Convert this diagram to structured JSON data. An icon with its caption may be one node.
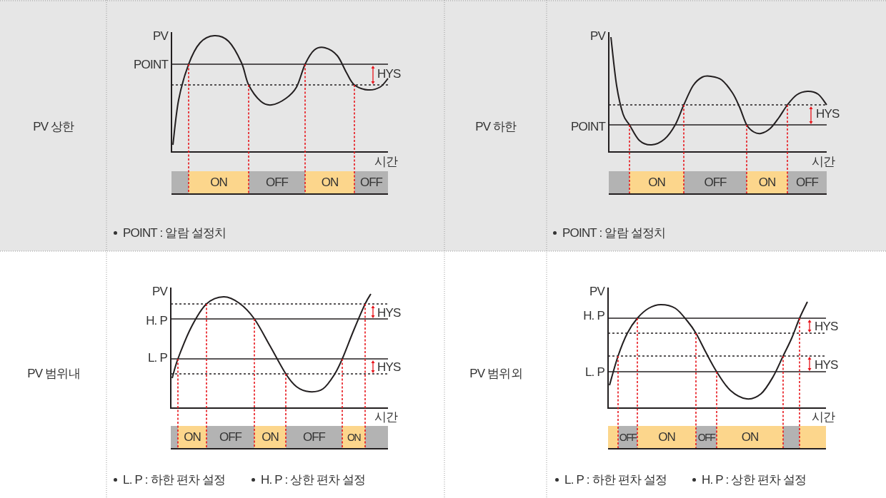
{
  "diagram": {
    "nodes": [
      {
        "text": [],
        "shape": "bar"
      },
      {
        "text": [
          "ON"
        ]
      },
      {
        "text": [
          "OFF"
        ]
      },
      {
        "text": [
          "ON"
        ]
      },
      {
        "text": [
          "OFF"
        ]
      },
      {
        "text": [],
        "shape": "bar"
      },
      {
        "text": [
          "ON"
        ]
      },
      {
        "text": [
          "OFF"
        ]
      },
      {
        "text": [
          "ON"
        ]
      },
      {
        "text": [
          "OFF"
        ]
      },
      {
        "text": [],
        "shape": "bar"
      },
      {
        "text": [
          "ON"
        ]
      },
      {
        "text": [
          "OFF"
        ]
      },
      {
        "text": [
          "ON"
        ]
      },
      {
        "text": [
          "OFF"
        ]
      },
      {
        "text": [
          "ON"
        ]
      },
      {
        "text": [],
        "shape": "bar"
      },
      {
        "text": [],
        "shape": "bar"
      },
      {
        "text": [
          "OFF"
        ]
      },
      {
        "text": [
          "ON"
        ]
      },
      {
        "text": [
          "OFF"
        ]
      },
      {
        "text": [
          "ON"
        ]
      },
      {
        "text": [],
        "shape": "bar"
      },
      {
        "text": [],
        "shape": "bar"
      }
    ],
    "labels": [
      "PV 상한",
      "PV",
      "POINT",
      "HYS",
      "시간",
      "POINT : 알람 설정치",
      "PV 하한",
      "PV",
      "POINT",
      "HYS",
      "시간",
      "POINT : 알람 설정치",
      "PV 범위내",
      "PV",
      "H. P",
      "L. P",
      "HYS",
      "HYS",
      "시간",
      "L. P : 하한 편차 설정",
      "H. P : 상한 편차 설정",
      "PV 범위외",
      "PV",
      "H. P",
      "L. P",
      "HYS",
      "HYS",
      "시간",
      "L. P : 하한 편차 설정",
      "H. P : 상한 편차 설정"
    ]
  }
}
